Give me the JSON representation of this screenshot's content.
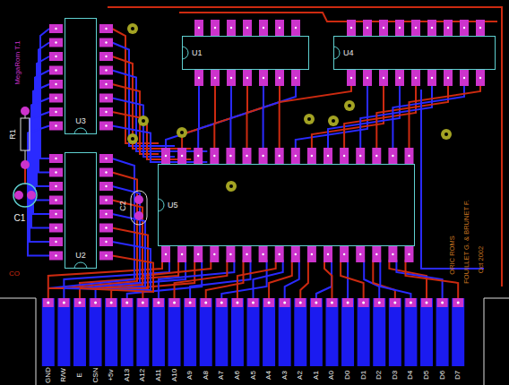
{
  "diagram": {
    "nodes": [
      {
        "text": [
          "U3"
        ]
      },
      {
        "text": [
          "U1"
        ]
      },
      {
        "text": [
          "U4"
        ]
      },
      {
        "text": [
          "U5"
        ]
      },
      {
        "text": [
          "U2"
        ]
      }
    ],
    "labels": [
      "MegaRom T.1",
      "R1",
      "C1",
      "C2",
      "CO",
      "GND",
      "R/W",
      "E",
      "CSN",
      "+5v",
      "A13",
      "A12",
      "A11",
      "A10",
      "A9",
      "A8",
      "A7",
      "A6",
      "A5",
      "A4",
      "A3",
      "A2",
      "A1",
      "A0",
      "D0",
      "D1",
      "D2",
      "D3",
      "D4",
      "D5",
      "D6",
      "D7",
      "ORIC ROMS",
      "FOUILLET G. & BRUNET F.",
      "Oct 2002"
    ]
  }
}
